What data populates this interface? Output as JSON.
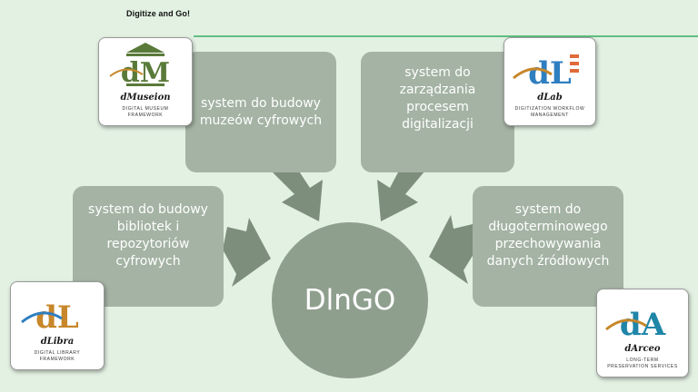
{
  "header": {
    "title": "Digitize and Go!"
  },
  "boxes": {
    "top_left": [
      "system do budowy",
      "muzeów cyfrowych"
    ],
    "top_right": [
      "system do",
      "zarządzania",
      "procesem",
      "digitalizacji"
    ],
    "left": [
      "system do budowy",
      "bibliotek i",
      "repozytoriów",
      "cyfrowych"
    ],
    "right": [
      "system do",
      "długoterminowego",
      "przechowywania",
      "danych źródłowych"
    ]
  },
  "hub": {
    "label": "DlnGO"
  },
  "logos": {
    "dmuseion": {
      "mark": "dM",
      "name": "dMuseion",
      "tagline": [
        "DIGITAL MUSEUM",
        "FRAMEWORK"
      ],
      "color": "#5a7a3a"
    },
    "dlab": {
      "mark": "dL",
      "name": "dLab",
      "tagline": [
        "DIGITIZATION WORKFLOW",
        "MANAGEMENT"
      ],
      "color": "#2f7fc0"
    },
    "dlibra": {
      "mark": "dL",
      "name": "dLibra",
      "tagline": [
        "DIGITAL LIBRARY",
        "FRAMEWORK"
      ],
      "color": "#c7872a"
    },
    "darceo": {
      "mark": "dA",
      "name": "dArceo",
      "tagline": [
        "LONG-TERM",
        "PRESERVATION SERVICES"
      ],
      "color": "#1f86a8"
    }
  },
  "colors": {
    "background": "#e3f1e3",
    "box": "#a4b3a3",
    "hub": "#8f9f8e",
    "arrow": "#7d8f7c",
    "rule": "#5fbf80"
  }
}
